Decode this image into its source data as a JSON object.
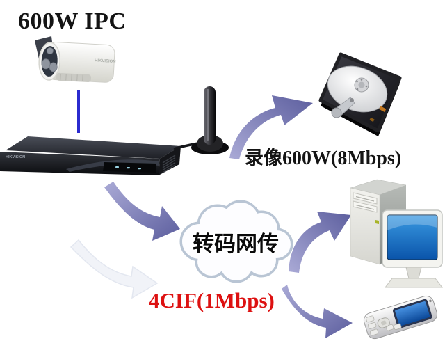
{
  "diagram": {
    "type": "surveillance-topology",
    "nodes": [
      {
        "id": "ipc",
        "icon": "bullet-camera-icon",
        "label": "600W IPC",
        "brand": "HIKVISION"
      },
      {
        "id": "nvr",
        "icon": "nvr-recorder-icon",
        "brand": "HIKVISION",
        "antenna": true
      },
      {
        "id": "hdd",
        "icon": "hard-disk-icon",
        "label_cn": "录像",
        "label_en": "600W(8Mbps)"
      },
      {
        "id": "cloud",
        "icon": "network-cloud-icon",
        "label": "转码网传"
      },
      {
        "id": "pc",
        "icon": "desktop-computer-icon"
      },
      {
        "id": "phone",
        "icon": "mobile-phone-icon"
      },
      {
        "id": "stream",
        "label": "4CIF(1Mbps)"
      }
    ],
    "connections": [
      {
        "from": "ipc",
        "to": "nvr",
        "style": "blue-line"
      },
      {
        "from": "nvr",
        "to": "hdd",
        "style": "purple-curved-arrow"
      },
      {
        "from": "nvr",
        "to": "cloud",
        "style": "purple-curved-arrow"
      },
      {
        "from": "nvr",
        "to": "cloud",
        "style": "ghost-curved-arrow"
      },
      {
        "from": "cloud",
        "to": "pc",
        "style": "purple-curved-arrow"
      },
      {
        "from": "cloud",
        "to": "phone",
        "style": "purple-curved-arrow"
      }
    ]
  },
  "colors": {
    "ink": "#141414",
    "red": "#dd1111",
    "link_blue": "#2b2bcf",
    "arrow_light": "#aaaad6",
    "arrow_dark": "#5c5e9e",
    "ghost_fill": "#f1f3f8",
    "ghost_edge": "#e3e7f0",
    "cloud_edge": "#b9c5d4",
    "screen_top": "#3a9ae2",
    "screen_bottom": "#0a54aa"
  }
}
